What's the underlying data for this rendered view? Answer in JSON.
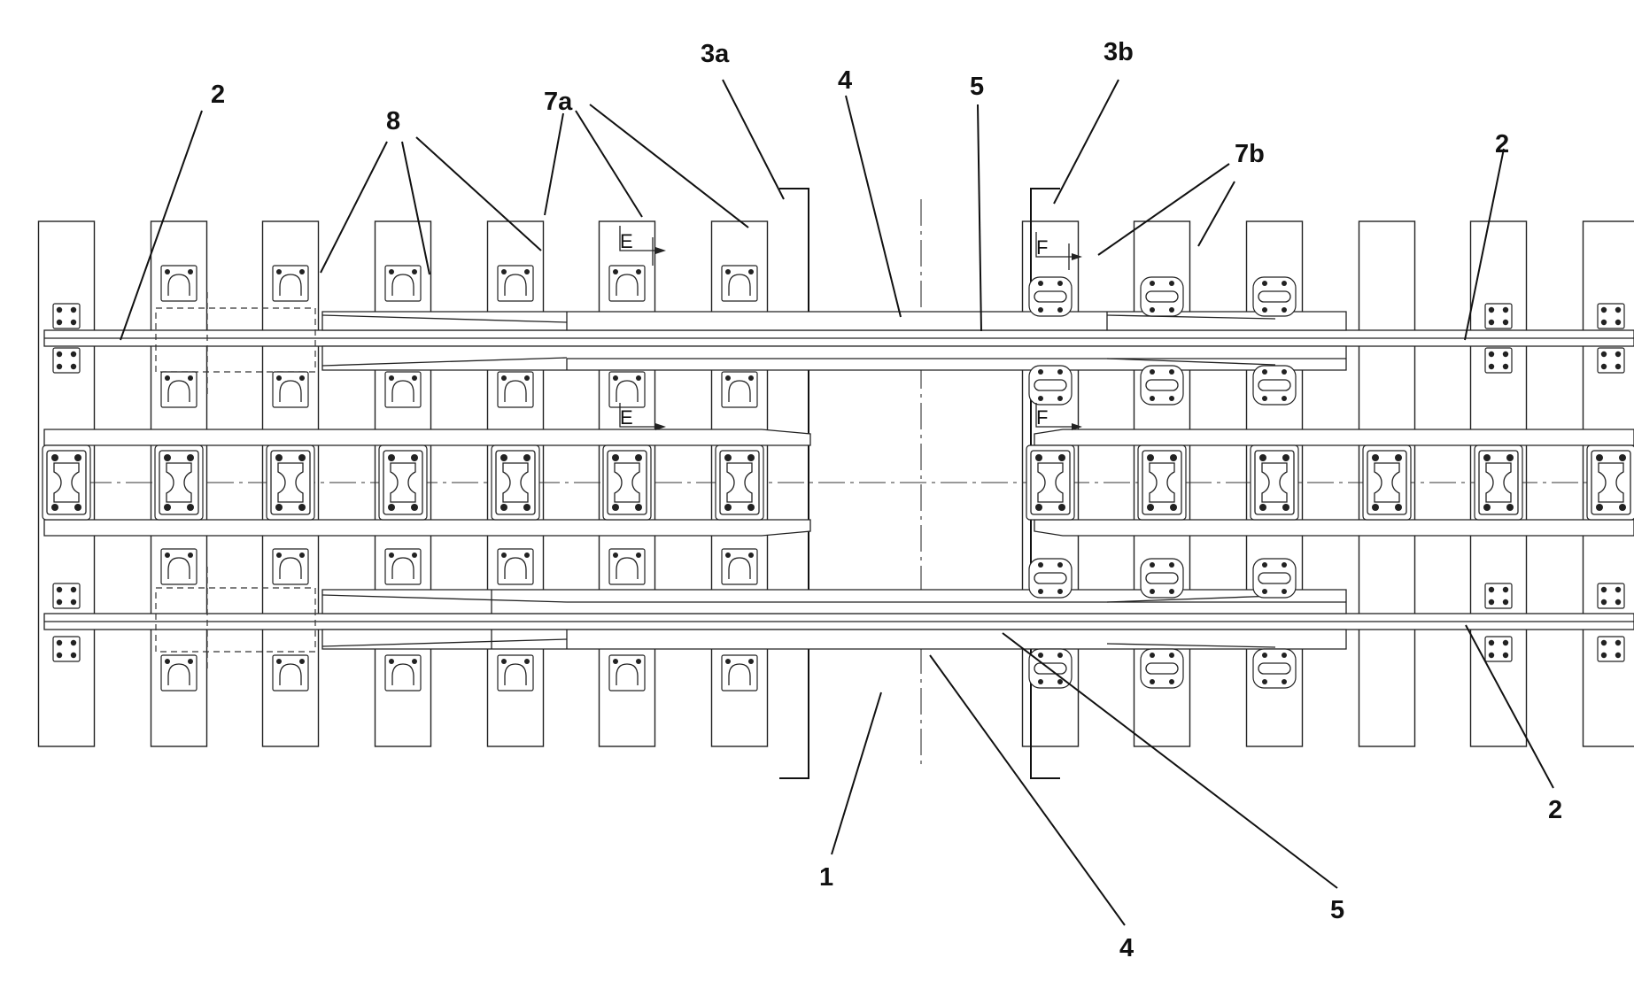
{
  "labels": {
    "l1": "1",
    "l2_top_left": "2",
    "l2_top_right": "2",
    "l2_bottom_right": "2",
    "l3a": "3a",
    "l3b": "3b",
    "l4_top": "4",
    "l4_bottom": "4",
    "l5_top": "5",
    "l5_bottom": "5",
    "l7a": "7a",
    "l7b": "7b",
    "l8": "8"
  },
  "section_marks": {
    "mark_a_top": "E",
    "mark_a_mid": "E",
    "mark_b_top": "F",
    "mark_b_mid": "F"
  }
}
